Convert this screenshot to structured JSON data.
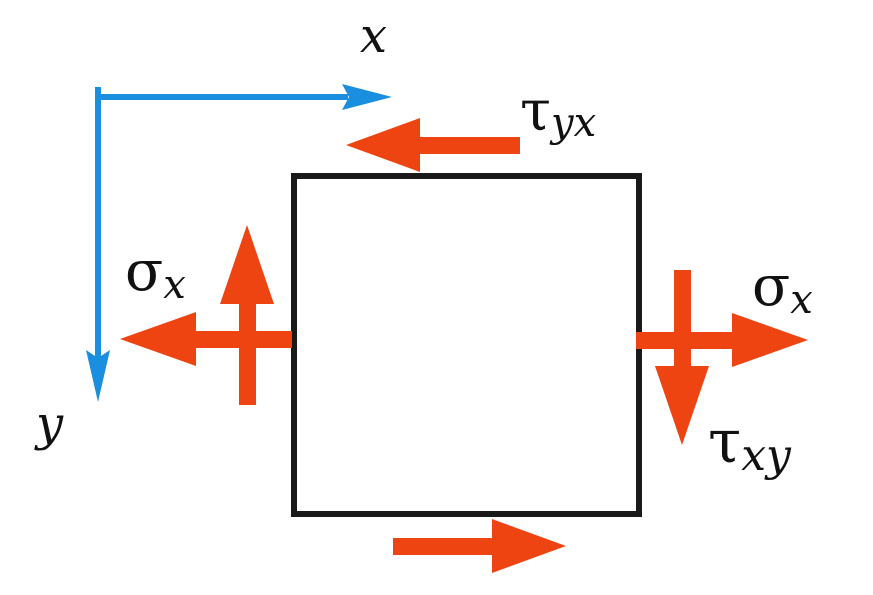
{
  "colors": {
    "axis": "#1a8fe0",
    "force": "#ee4411",
    "element": "#1a1a1a",
    "text": "#111111"
  },
  "axes": {
    "x_label": "x",
    "y_label": "y"
  },
  "labels": {
    "tau_yx": {
      "symbol": "τ",
      "sub": "yx"
    },
    "sigma_left": {
      "symbol": "σ",
      "sub": "x"
    },
    "sigma_right": {
      "symbol": "σ",
      "sub": "x"
    },
    "tau_xy": {
      "symbol": "τ",
      "sub": "xy"
    }
  }
}
